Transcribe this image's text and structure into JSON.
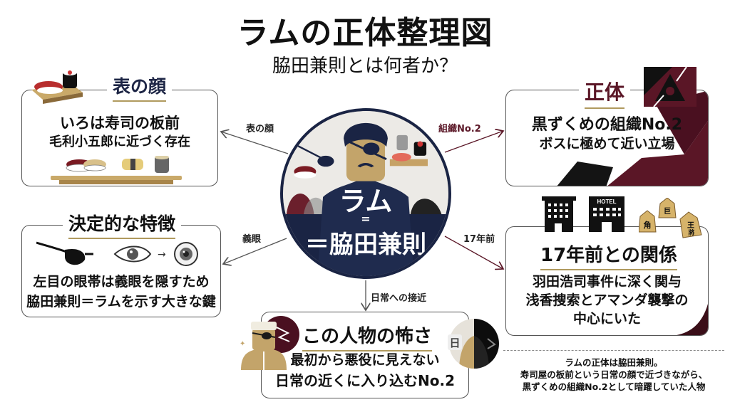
{
  "header": {
    "title": "ラムの正体整理図",
    "subtitle": "脇田兼則とは何者か？"
  },
  "center": {
    "line1": "ラム",
    "equals": "=",
    "line2": "＝脇田兼則",
    "colors": {
      "navy": "#1a2444",
      "gold": "#c7b48a",
      "skin": "#c3a46a"
    }
  },
  "edges": [
    {
      "label": "表の顔",
      "color": "#555555"
    },
    {
      "label": "組織No.2",
      "color": "#5a1626"
    },
    {
      "label": "義眼",
      "color": "#555555"
    },
    {
      "label": "17年前",
      "color": "#5a1626"
    },
    {
      "label": "日常への接近",
      "color": "#555555"
    }
  ],
  "cards": {
    "surface": {
      "heading": "表の顔",
      "lines": [
        "いろは寿司の板前",
        "毛利小五郎に近づく存在"
      ],
      "icons": [
        "sushi-geta-icon",
        "maguro-sushi-icon",
        "tamago-sushi-icon",
        "tea-cup-icon"
      ]
    },
    "identity": {
      "heading": "正体",
      "lines": [
        "黒ずくめの組織No.2",
        "ボスに極めて近い立場"
      ],
      "icons": [
        "organization-emblem-icon"
      ]
    },
    "feature": {
      "heading": "決定的な特徴",
      "lines": [
        "左目の眼帯は義眼を隠すため",
        "脇田兼則＝ラムを示す大きな鍵"
      ],
      "icons": [
        "eyepatch-icon",
        "eye-icon",
        "arrow-right-icon",
        "prosthetic-eye-icon"
      ],
      "arrow": "→"
    },
    "past": {
      "heading": "17年前との関係",
      "lines": [
        "羽田浩司事件に深く関与",
        "浅香捜索とアマンダ襲撃の",
        "中心にいた"
      ],
      "icons": [
        "building-icon",
        "hotel-icon",
        "shogi-pieces-icon"
      ],
      "hotel_label": "HOTEL",
      "shogi": [
        "角",
        "巨",
        "王將"
      ]
    },
    "fear": {
      "heading": "この人物の怖さ",
      "lines": [
        "最初から悪役に見えない",
        "日常の近くに入り込むNo.2"
      ],
      "icons": [
        "sushi-chef-icon",
        "half-shadow-face-icon"
      ],
      "badge": "日"
    }
  },
  "summary": {
    "lines": [
      "ラムの正体は脇田兼則。",
      "寿司屋の板前という日常の顔で近づきながら、",
      "黒ずくめの組織No.2として暗躍していた人物"
    ]
  },
  "colors": {
    "accent_gold": "#b09a5e",
    "maroon": "#5a1626",
    "navy": "#1d2545",
    "border": "#555555"
  }
}
